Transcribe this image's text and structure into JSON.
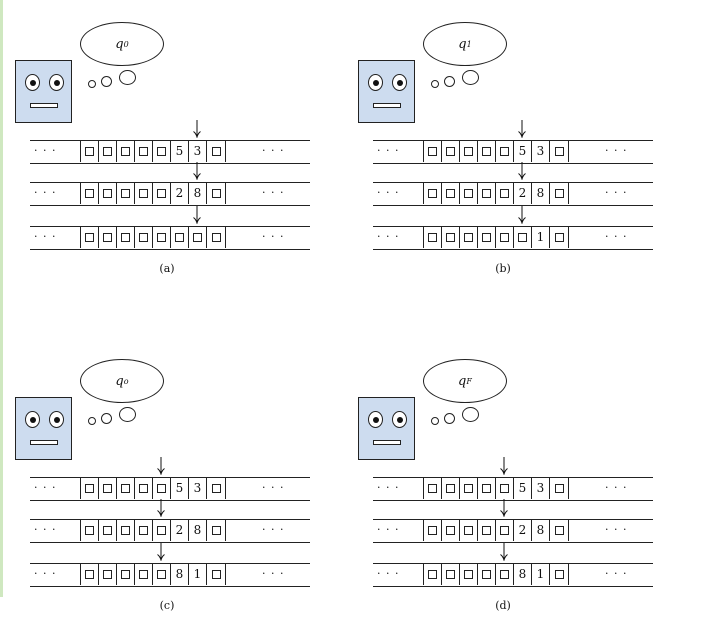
{
  "panels": [
    {
      "caption": "(a)",
      "state": "q",
      "state_sub": "0",
      "head_pos": [
        6,
        6,
        6
      ],
      "tapes": [
        [
          "",
          "",
          "",
          "",
          "",
          "5",
          "3",
          ""
        ],
        [
          "",
          "",
          "",
          "",
          "",
          "2",
          "8",
          ""
        ],
        [
          "",
          "",
          "",
          "",
          "",
          "",
          "",
          ""
        ]
      ]
    },
    {
      "caption": "(b)",
      "state": "q",
      "state_sub": "1",
      "head_pos": [
        5,
        5,
        5
      ],
      "tapes": [
        [
          "",
          "",
          "",
          "",
          "",
          "5",
          "3",
          ""
        ],
        [
          "",
          "",
          "",
          "",
          "",
          "2",
          "8",
          ""
        ],
        [
          "",
          "",
          "",
          "",
          "",
          "",
          "1",
          ""
        ]
      ]
    },
    {
      "caption": "(c)",
      "state": "q",
      "state_sub": "o",
      "head_pos": [
        4,
        4,
        4
      ],
      "tapes": [
        [
          "",
          "",
          "",
          "",
          "",
          "5",
          "3",
          ""
        ],
        [
          "",
          "",
          "",
          "",
          "",
          "2",
          "8",
          ""
        ],
        [
          "",
          "",
          "",
          "",
          "",
          "8",
          "1",
          ""
        ]
      ]
    },
    {
      "caption": "(d)",
      "state": "q",
      "state_sub": "F",
      "head_pos": [
        4,
        4,
        4
      ],
      "tapes": [
        [
          "",
          "",
          "",
          "",
          "",
          "5",
          "3",
          ""
        ],
        [
          "",
          "",
          "",
          "",
          "",
          "2",
          "8",
          ""
        ],
        [
          "",
          "",
          "",
          "",
          "",
          "8",
          "1",
          ""
        ]
      ]
    }
  ],
  "dots": "· · ·"
}
